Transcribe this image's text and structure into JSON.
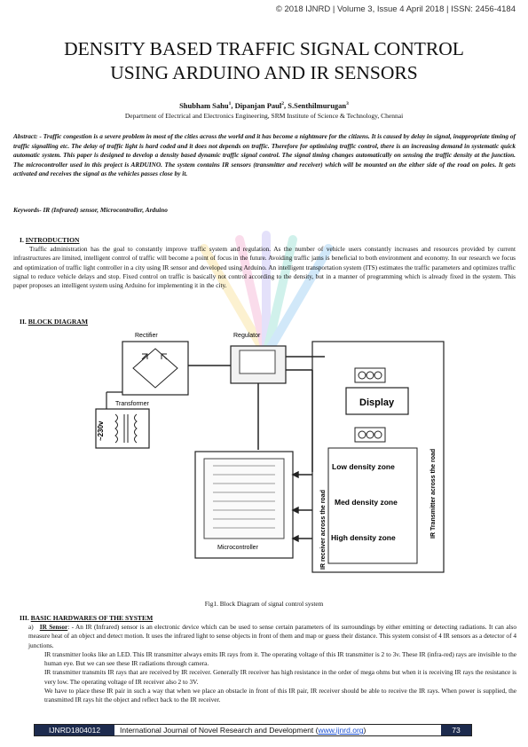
{
  "header": {
    "text": "© 2018 IJNRD | Volume 3, Issue 4 April 2018 | ISSN: 2456-4184"
  },
  "title": {
    "line1": "DENSITY BASED TRAFFIC SIGNAL CONTROL",
    "line2": "USING ARDUINO AND IR SENSORS"
  },
  "authors": {
    "a1": "Shubham Sahu",
    "s1": "1",
    "a2": "Dipanjan Paul",
    "s2": "2",
    "a3": "S.Senthilmurugan",
    "s3": "3",
    "sep": ", "
  },
  "affiliation": "Department of Electrical and Electronics Engineering, SRM Institute of Science & Technology, Chennai",
  "abstract": "Abstract: - Traffic congestion is a severe problem in most of the cities across the world and it has become a nightmare for the citizens. It is caused by delay in signal, inappropriate timing of traffic signalling etc. The delay of traffic light is hard coded and it does not depends on traffic. Therefore for optimising traffic control, there is an increasing demand in systematic quick automatic system. This paper is designed to develop a density based dynamic traffic signal control. The signal timing changes automatically on sensing the traffic density at the junction. The microcontroller used in this project is ARDUINO. The system contains IR sensors (transmitter and receiver) which will be mounted on the either side of the road on poles. It gets activated and receives the signal as the vehicles passes close by it.",
  "keywords": "Keywords- IR (Infrared) sensor, Microcontroller, Arduino",
  "sections": {
    "s1_num": "I.",
    "s1_title": "INTRODUCTION",
    "s1_text": "Traffic administration has the goal to constantly improve traffic system and regulation. As the number of vehicle users constantly increases and resources provided by current infrastructures are limited, intelligent control of traffic will become a point of focus in the future. Avoiding traffic jams is beneficial to both environment and economy. In our research we focus and optimization of traffic light controller in a city using IR sensor and developed using Arduino. An intelligent transportation system (ITS) estimates the traffic parameters and optimizes traffic signal to reduce vehicle delays and stop. Fixed control on traffic is basically not control according to the density, but in a manner of programming which is already fixed in the system. This paper proposes an intelligent system using Arduino for implementing it in the city.",
    "s2_num": "II.",
    "s2_title": "BLOCK DIAGRAM",
    "s3_num": "III.",
    "s3_title": "BASIC HARDWARES OF THE SYSTEM",
    "s3a_label": "a)",
    "s3a_title": "IR Sensor",
    "s3a_p1": ": - An IR (Infrared) sensor is an electronic device which can be used to sense certain parameters of its surroundings by either emitting or detecting radiations. It can also measure heat of an object and detect motion. It uses the infrared light to sense objects in front of them and map or guess their distance. This system consist of 4 IR sensors as a detector of 4 junctions.",
    "s3a_p2": "IR transmitter looks like an LED. This IR transmitter always emits IR rays from it. The operating voltage of this IR transmitter is 2 to 3v. These IR (infra-red) rays are invisible to the human eye. But we can see these IR radiations through camera.",
    "s3a_p3": "IR transmitter transmits IR rays that are received by IR receiver. Generally IR receiver has high resistance in the order of mega ohms but when it is receiving IR rays the resistance is very low. The operating voltage of IR receiver also 2 to 3V.",
    "s3a_p4": "We have to place these IR pair in such a way that when we place an obstacle in front of this IR pair, IR receiver should be able to receive the IR rays. When power is supplied, the transmitted IR rays hit the object and reflect back to the IR receiver."
  },
  "figure": {
    "caption": "Fig1. Block Diagram of signal control system",
    "rectifier": "Rectifier",
    "regulator": "Regulator",
    "transformer": "Transformer",
    "voltage": "~230v",
    "display": "Display",
    "low": "Low density zone",
    "med": "Med density zone",
    "high": "High density zone",
    "ir_rx": "IR receiver across the road",
    "ir_tx": "IR Transmitter across the road",
    "micro": "Microcontroller"
  },
  "footer": {
    "id": "IJNRD1804012",
    "journal": "International Journal of Novel Research and Development (",
    "url": "www.ijnrd.org",
    "close": ")",
    "page": "73"
  }
}
